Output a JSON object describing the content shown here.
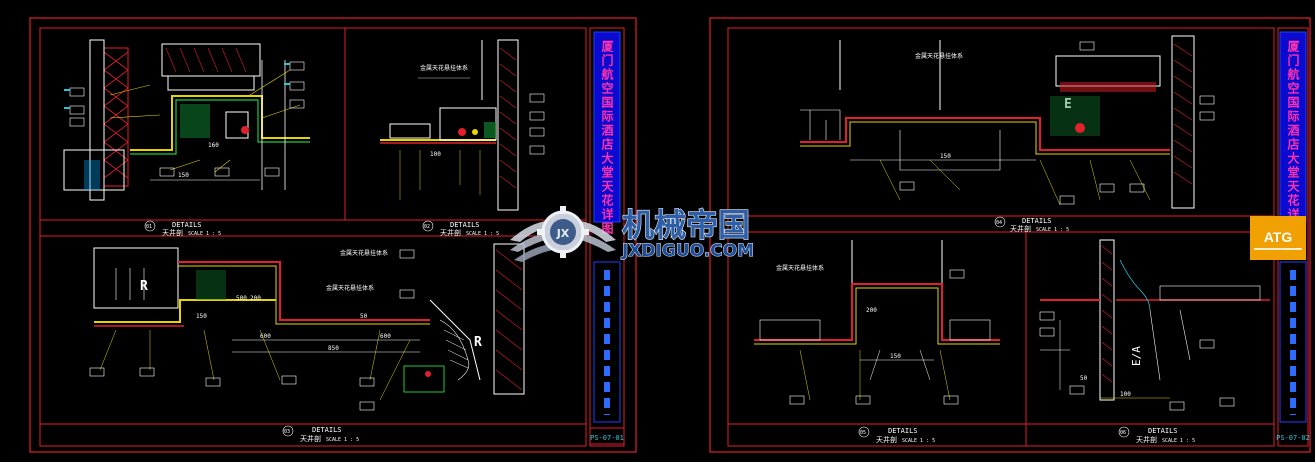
{
  "sheets": [
    {
      "id": "left",
      "sheet_no": "PS-07-01",
      "top_detail": [
        {
          "num": "01",
          "title": "DETAILS",
          "name": "天井剖",
          "scale": "SCALE 1 : 5"
        },
        {
          "num": "02",
          "title": "DETAILS",
          "name": "天井剖",
          "scale": "SCALE 1 : 5"
        }
      ],
      "bottom_detail": {
        "num": "03",
        "title": "DETAILS",
        "name": "天井剖",
        "scale": "SCALE 1 : 5"
      },
      "labels": [
        "金属天花悬挂体系",
        "金属天花悬挂体系",
        "金属天花悬挂体系"
      ],
      "marks": [
        "R",
        "R"
      ],
      "dims": [
        "150",
        "160",
        "850",
        "600",
        "500",
        "150",
        "100",
        "200",
        "600",
        "50"
      ]
    },
    {
      "id": "right",
      "sheet_no": "PS-07-02",
      "top_detail": {
        "num": "04",
        "title": "DETAILS",
        "name": "天井剖",
        "scale": "SCALE 1 : 5"
      },
      "bottom_detail": [
        {
          "num": "05",
          "title": "DETAILS",
          "name": "天井剖",
          "scale": "SCALE 1 : 5"
        },
        {
          "num": "06",
          "title": "DETAILS",
          "name": "天井剖",
          "scale": "SCALE 1 : 5"
        }
      ],
      "labels": [
        "金属天花悬挂体系",
        "金属天花悬挂体系"
      ],
      "marks": [
        "E",
        "E/A"
      ],
      "dims": [
        "150",
        "200",
        "150",
        "100",
        "50"
      ]
    }
  ],
  "title_block_left": "厦门航空国际酒店大堂天花详图",
  "title_block_right": "厦门航空国际酒店大堂天花详图",
  "watermark": {
    "cn": "机械帝国",
    "en": "JXDIGUO.COM"
  },
  "company_logo": "ATG",
  "colors": {
    "frame": "#e0202a",
    "line": "#ffffff",
    "accent_yellow": "#e6d400",
    "accent_green": "#22c83a",
    "accent_cyan": "#29c8d8",
    "accent_magenta": "#c830c0",
    "title_blue": "#1e2fd8"
  }
}
